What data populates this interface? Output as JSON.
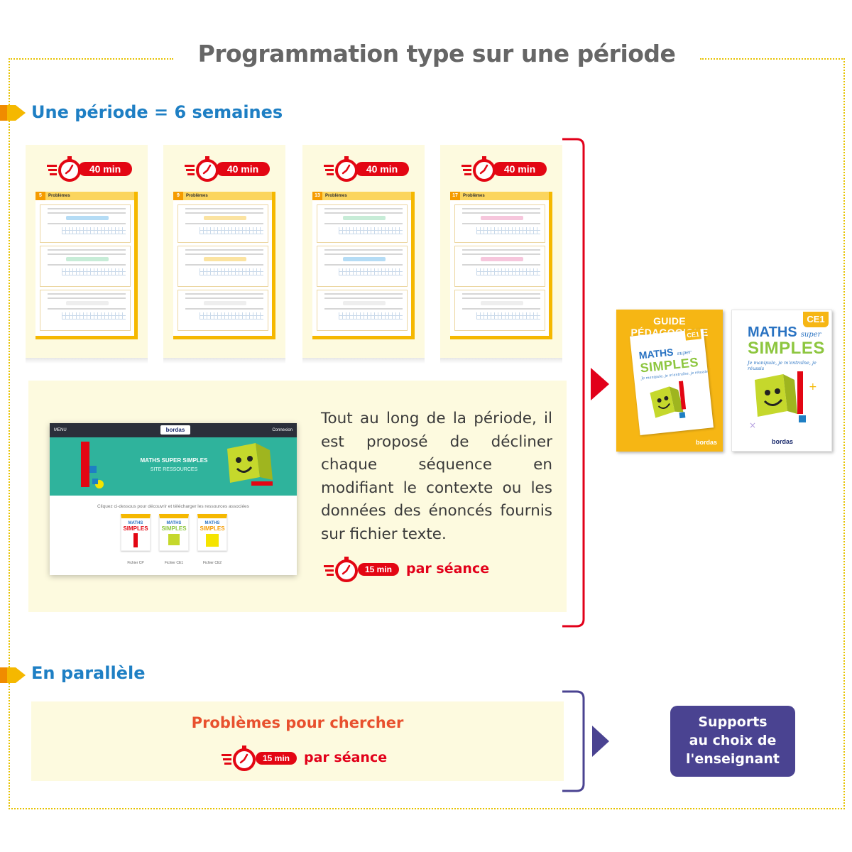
{
  "header": {
    "title": "Programmation type sur une période"
  },
  "sections": {
    "period": {
      "title": "Une période = 6 semaines"
    },
    "parallel": {
      "title": "En parallèle"
    }
  },
  "cards": [
    {
      "timer": "40 min",
      "sheet_number": "5",
      "sheet_title": "Problèmes"
    },
    {
      "timer": "40 min",
      "sheet_number": "9",
      "sheet_title": "Problèmes"
    },
    {
      "timer": "40 min",
      "sheet_number": "13",
      "sheet_title": "Problèmes"
    },
    {
      "timer": "40 min",
      "sheet_number": "17",
      "sheet_title": "Problèmes"
    }
  ],
  "website": {
    "menu_label": "MENU",
    "logo": "bordas",
    "connection_label": "Connexion",
    "hero_title": "MATHS SUPER SIMPLES",
    "hero_subtitle": "SITE RESSOURCES",
    "caption": "Cliquez ci-dessous pour découvrir et télécharger les ressources associées",
    "books": [
      "Fichier CP",
      "Fichier CE1",
      "Fichier CE2"
    ]
  },
  "description": {
    "text": "Tout au long de la période, il est proposé de décliner chaque séquence en modifiant le contexte ou les données des énoncés fournis sur fichier texte.",
    "timer": "15 min",
    "per_session": "par séance"
  },
  "guide_book": {
    "top_title": "GUIDE PÉDAGOGIQUE",
    "level": "CE1",
    "maths": "MATHS",
    "super": "super",
    "simples": "SIMPLES",
    "tagline": "Je manipule, je m'entraîne, je réussis",
    "publisher": "bordas"
  },
  "student_book": {
    "level": "CE1",
    "maths": "MATHS",
    "super": "super",
    "simples": "SIMPLES",
    "tagline": "Je manipule, je m'entraîne, je réussis",
    "publisher": "bordas"
  },
  "parallel_block": {
    "title": "Problèmes pour chercher",
    "timer": "15 min",
    "per_session": "par séance"
  },
  "supports_button": {
    "line1": "Supports",
    "line2": "au choix de",
    "line3": "l'enseignant"
  },
  "colors": {
    "accent_blue": "#1e7fc4",
    "timer_red": "#e30613",
    "panel_cream": "#fdfadf",
    "bracket_red": "#e2001a",
    "bracket_purple": "#4a4391",
    "marker_yellow": "#f5b800"
  }
}
